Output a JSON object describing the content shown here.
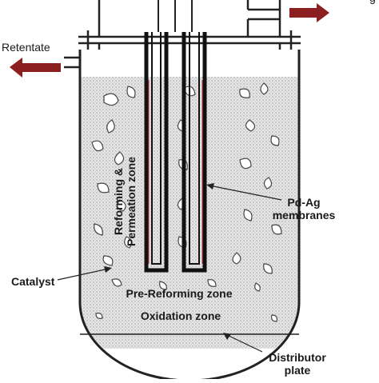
{
  "diagram": {
    "labels": {
      "retentate": "Retentate",
      "reforming_zone": "Reforming &",
      "permeation_zone": "Permeation zone",
      "membranes_line1": "Pd-Ag",
      "membranes_line2": "membranes",
      "catalyst": "Catalyst",
      "pre_reforming_zone": "Pre-Reforming zone",
      "oxidation_zone": "Oxidation zone",
      "distributor_line1": "Distributor",
      "distributor_line2": "plate",
      "top_right_clipped": "g"
    },
    "colors": {
      "arrow": "#8b1e1e",
      "vessel_outline": "#222222",
      "catalyst_bed": "#d9d9d9",
      "membrane_highlight": "#d23a3a"
    },
    "icons": [
      "arrow-left-icon",
      "arrow-right-icon"
    ]
  }
}
